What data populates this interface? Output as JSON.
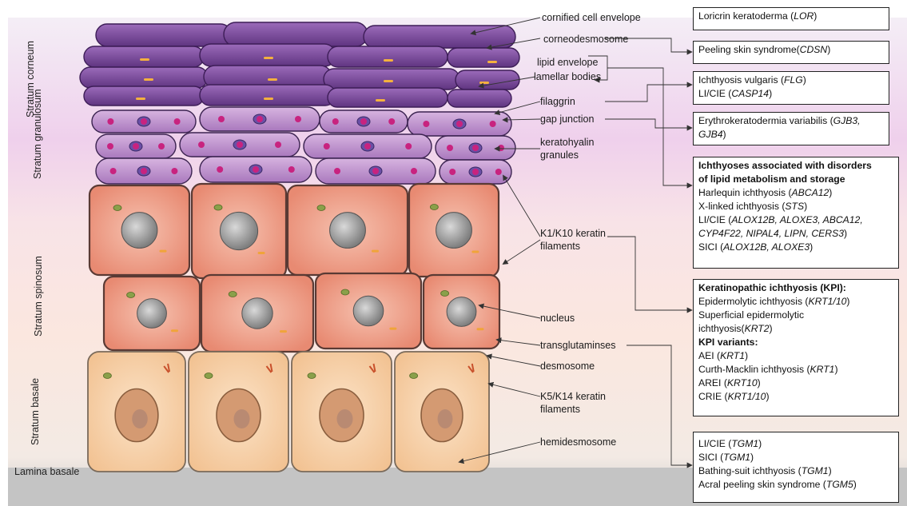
{
  "layers": {
    "corneum": "Stratum corneum",
    "granulosum": "Stratum granulosum",
    "spinosum": "Stratum spinosum",
    "basale": "Stratum basale",
    "lamina": "Lamina basale"
  },
  "structures": {
    "cornified_envelope": "cornified cell envelope",
    "corneodesmosome": "corneodesmosome",
    "lipid_envelope": "lipid envelope",
    "lamellar_bodies": "lamellar bodies",
    "filaggrin": "filaggrin",
    "gap_junction": "gap junction",
    "keratohyalin_1": "keratohyalin",
    "keratohyalin_2": "granules",
    "k1k10_1": "K1/K10 keratin",
    "k1k10_2": "filaments",
    "nucleus": "nucleus",
    "transglutaminases": "transglutaminses",
    "desmosome": "desmosome",
    "k5k14_1": "K5/K14 keratin",
    "k5k14_2": "filaments",
    "hemidesmosome": "hemidesmosome"
  },
  "disorders": {
    "lor": [
      "Loricrin keratoderma (",
      "LOR",
      ")"
    ],
    "cdsn": [
      "Peeling skin syndrome(",
      "CDSN",
      ")"
    ],
    "flg_1": [
      "Ichthyosis vulgaris (",
      "FLG",
      ")"
    ],
    "flg_2": [
      "LI/CIE (",
      "CASP14",
      ")"
    ],
    "gjb_1": [
      "Erythrokeratodermia variabilis (",
      "GJB3,",
      ""
    ],
    "gjb_2": [
      "",
      "GJB4",
      ")"
    ],
    "lipid_head_1": "Ichthyoses associated with disorders",
    "lipid_head_2": "of lipid metabolism and storage",
    "lipid_1": [
      "Harlequin ichthyosis (",
      "ABCA12",
      ")"
    ],
    "lipid_2": [
      "X-linked ichthyosis (",
      "STS",
      ")"
    ],
    "lipid_3": [
      "LI/CIE (",
      "ALOX12B, ALOXE3, ABCA12,",
      ""
    ],
    "lipid_4": [
      "",
      "CYP4F22, NIPAL4, LIPN, CERS3",
      ")"
    ],
    "lipid_5": [
      "SICI (",
      "ALOX12B, ALOXE3",
      ")"
    ],
    "kpi_head": "Keratinopathic ichthyosis (KPI):",
    "kpi_1": [
      "Epidermolytic ichthyosis (",
      "KRT1/10",
      ")"
    ],
    "kpi_2": [
      "Superficial epidermolytic",
      "",
      ""
    ],
    "kpi_3": [
      "ichthyosis(",
      "KRT2",
      ")"
    ],
    "kpi_variants": "KPI variants:",
    "kpi_4": [
      "AEI (",
      "KRT1",
      ")"
    ],
    "kpi_5": [
      "Curth-Macklin ichthyosis (",
      "KRT1",
      ")"
    ],
    "kpi_6": [
      "AREI (",
      "KRT10",
      ")"
    ],
    "kpi_7": [
      "CRIE (",
      "KRT1/10",
      ")"
    ],
    "tgm_1": [
      "LI/CIE (",
      "TGM1",
      ")"
    ],
    "tgm_2": [
      "SICI (",
      "TGM1",
      ")"
    ],
    "tgm_3": [
      "Bathing-suit ichthyosis (",
      "TGM1",
      ")"
    ],
    "tgm_4": [
      "Acral peeling skin syndrome (",
      "TGM5",
      ")"
    ]
  },
  "colors": {
    "corneum": "#7a4a9a",
    "granular": "#b07cc6",
    "spinous": "#eea08a",
    "basal": "#f6cfa6",
    "granule": "#c8237f",
    "nucleus": "#9b9b9b"
  }
}
